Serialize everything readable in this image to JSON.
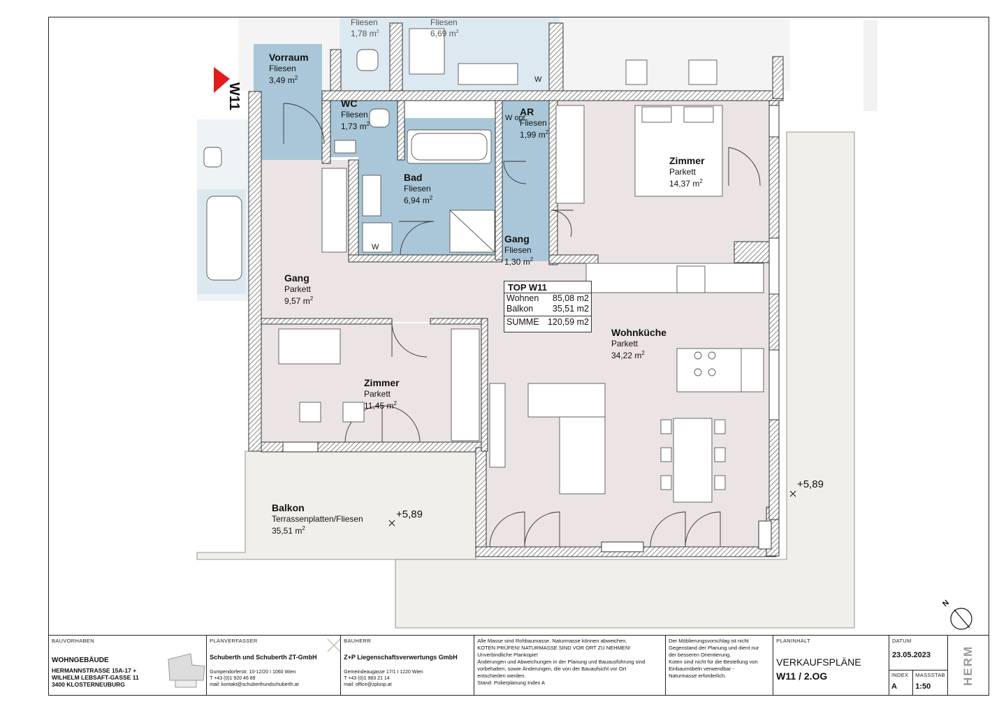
{
  "apartment_tag": "W11",
  "rooms": [
    {
      "name": "Vorraum",
      "floor": "Fliesen",
      "area": "3,49 m"
    },
    {
      "name": "WC",
      "floor": "Fliesen",
      "area": "1,73 m"
    },
    {
      "name": "AR",
      "floor": "Fliesen",
      "area": "1,99 m"
    },
    {
      "name": "Bad",
      "floor": "Fliesen",
      "area": "6,94 m"
    },
    {
      "name": "Gang",
      "floor": "Fliesen",
      "area": "1,30 m"
    },
    {
      "name": "Zimmer",
      "floor": "Parkett",
      "area": "14,37 m"
    },
    {
      "name": "Gang",
      "floor": "Parkett",
      "area": "9,57 m"
    },
    {
      "name": "Wohnküche",
      "floor": "Parkett",
      "area": "34,22 m"
    },
    {
      "name": "Zimmer",
      "floor": "Parkett",
      "area": "11,45 m"
    },
    {
      "name": "Balkon",
      "floor": "Terrassenplatten/Fliesen",
      "area": "35,51 m"
    }
  ],
  "area_sup": "2",
  "neighbor_labels": {
    "fliesen_a": "Fliesen",
    "area_a": "1,78 m",
    "fliesen_b": "Fliesen",
    "area_b": "6,69 m"
  },
  "fixture_marks": {
    "w1": "W",
    "w2": "W",
    "w_opt": "W opt."
  },
  "elevations": [
    "+5,89",
    "+5,89"
  ],
  "north": "N",
  "top_box": {
    "title": "TOP W11",
    "rows": [
      {
        "label": "Wohnen",
        "value": "85,08 m2"
      },
      {
        "label": "Balkon",
        "value": "35,51 m2"
      },
      {
        "label": "SUMME",
        "value": "120,59 m2"
      }
    ]
  },
  "title_block": {
    "bauvorhaben_cap": "BAUVORHABEN",
    "bauvorhaben_title": "WOHNGEBÄUDE",
    "address": [
      "HERMANNSTRASSE 15A-17 +",
      "WILHELM LEBSAFT-GASSE 11",
      "3400 KLOSTERNEUBURG"
    ],
    "planverfasser_cap": "PLANVERFASSER",
    "planverfasser": "Schuberth und Schuberth ZT-GmbH",
    "planverfasser_lines": [
      "Gumpendorferstr. 10-12/20 I 1060 Wien",
      "T +43 (0)1 920 46 89",
      "mail: kontakt@schuberthundschuberth.at"
    ],
    "bauherr_cap": "BAUHERR",
    "bauherr": "Z+P Liegenschaftsverwertungs GmbH",
    "bauherr_lines": [
      "Gemeindeaugasse 17/1 I 1220 Wien",
      "T +43 (0)1 983 21 14",
      "mail: office@zplusp.at"
    ],
    "notes1": [
      "Alle Masse sind Rohbaumasse. Naturmasse können abweichen.",
      "KOTEN PRÜFEN! NATURMASSE SIND VOR ORT ZU NEHMEN!",
      "Unverbindliche Plankopie!",
      "Änderungen und Abweichungen in der Planung und Bauausführung sind",
      "vorbehalten, sowie Änderungen, die von der Bauaufsicht vor Ort",
      "entschieden werden.",
      "Stand: Polierplanung Index A"
    ],
    "notes2": [
      "Der Möblierungsvorschlag ist nicht",
      "Gegenstand der Planung und dient nur",
      "der besseren Orientierung.",
      "Koten sind nicht für die Bestellung von",
      "Einbaumöbeln verwendbar -",
      "Naturmasse erforderlich."
    ],
    "planinhalt_cap": "PLANINHALT",
    "planinhalt": "VERKAUFSPLÄNE",
    "planinhalt_sub": "W11 / 2.OG",
    "datum_cap": "DATUM",
    "datum": "23.05.2023",
    "index_cap": "INDEX",
    "index": "A",
    "massstab_cap": "MASSSTAB",
    "massstab": "1:50",
    "brand": "HERM"
  },
  "colors": {
    "tile": "#a9c7d8",
    "parquet": "#ece4e4",
    "balcony": "#f1efe9",
    "wall": "#3a3a3a",
    "marker": "#e31b1b"
  }
}
